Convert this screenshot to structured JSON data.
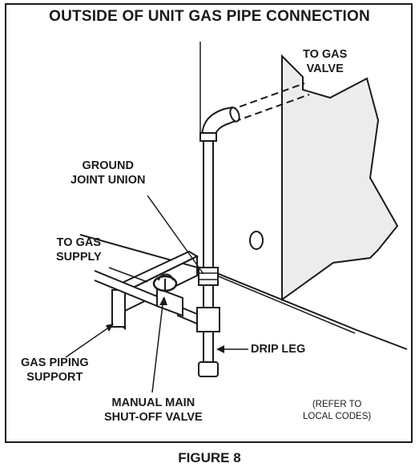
{
  "title": "OUTSIDE OF UNIT GAS PIPE CONNECTION",
  "labels": {
    "to_gas_valve": [
      "TO GAS",
      "VALVE"
    ],
    "ground_joint_union": [
      "GROUND",
      "JOINT UNION"
    ],
    "to_gas_supply": [
      "TO GAS",
      "SUPPLY"
    ],
    "drip_leg": "DRIP LEG",
    "gas_piping_support": [
      "GAS PIPING",
      "SUPPORT"
    ],
    "manual_main_shutoff_valve": [
      "MANUAL MAIN",
      "SHUT-OFF VALVE"
    ]
  },
  "note": [
    "(REFER TO",
    "LOCAL CODES)"
  ],
  "caption": "FIGURE 8",
  "colors": {
    "line": "#1a1a1a",
    "unit_panel": "#ececec",
    "background": "#ffffff"
  }
}
